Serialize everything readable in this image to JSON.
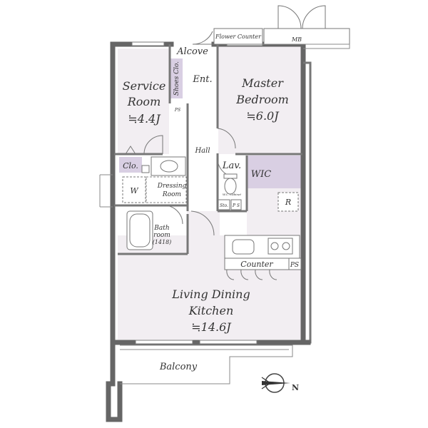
{
  "colors": {
    "room_fill": "#f2eef2",
    "storage_fill": "#d9cfe3",
    "wall": "#666666",
    "outside": "#ffffff",
    "text": "#333333"
  },
  "rooms": {
    "service_room": {
      "name_line1": "Service",
      "name_line2": "Room",
      "area": "≒4.4J"
    },
    "master_bedroom": {
      "name_line1": "Master",
      "name_line2": "Bedroom",
      "area": "≒6.0J"
    },
    "ldk": {
      "name_line1": "Living Dining",
      "name_line2": "Kitchen",
      "area": "≒14.6J"
    },
    "entrance": "Ent.",
    "hall": "Hall",
    "alcove": "Alcove",
    "balcony": "Balcony",
    "dressing_room_line1": "Dressing",
    "dressing_room_line2": "Room",
    "bathroom_line1": "Bath",
    "bathroom_line2": "room",
    "bathroom_size": "(1418)",
    "lavatory": "Lav.",
    "wic": "WIC",
    "closet": "Clo.",
    "shoes_closet": "Shoes Clo."
  },
  "labels": {
    "flower_counter": "Flower Counter",
    "mb": "MB",
    "counter": "Counter",
    "ps_kitchen": "PS",
    "ps_hall": "PS",
    "ps_small": "P S",
    "washer": "W",
    "refrigerator": "R",
    "storage_small": "Sto.",
    "wc_cabinet": "W.C. Cabinet"
  },
  "compass": {
    "direction": "N",
    "icon": "north-arrow-icon"
  }
}
